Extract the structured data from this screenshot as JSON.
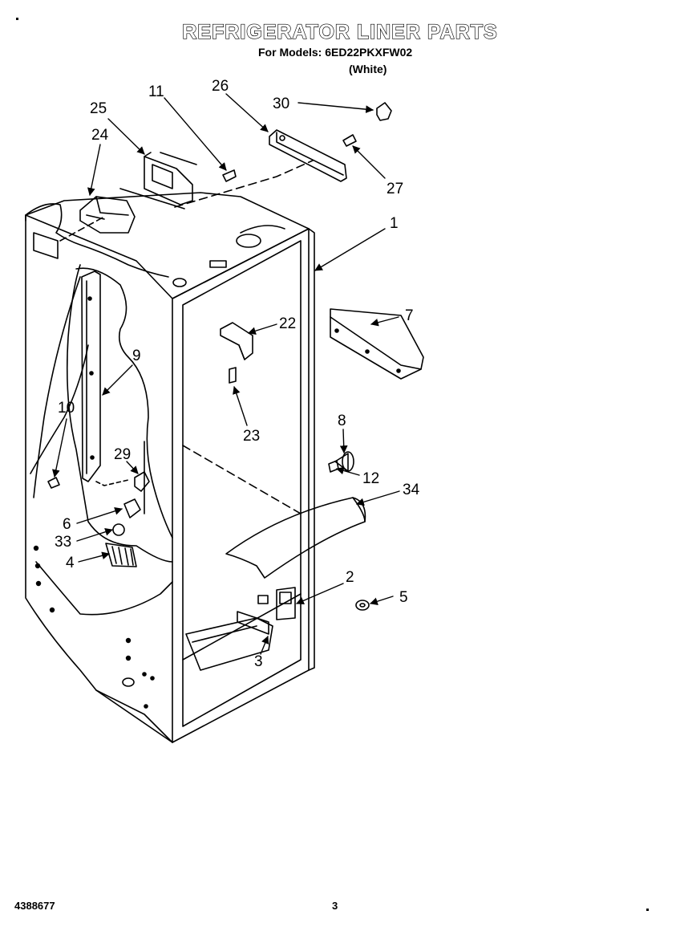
{
  "header": {
    "title": "REFRIGERATOR LINER PARTS",
    "subtitle": "For Models: 6ED22PKXFW02",
    "variant": "(White)"
  },
  "footer": {
    "doc_number": "4388677",
    "page_number": "3"
  },
  "callouts": {
    "p1": "1",
    "p2": "2",
    "p3": "3",
    "p4": "4",
    "p5": "5",
    "p6": "6",
    "p7": "7",
    "p8": "8",
    "p9": "9",
    "p10": "10",
    "p11": "11",
    "p12": "12",
    "p22": "22",
    "p23": "23",
    "p24": "24",
    "p25": "25",
    "p26": "26",
    "p27": "27",
    "p29": "29",
    "p30": "30",
    "p33": "33",
    "p34": "34"
  }
}
